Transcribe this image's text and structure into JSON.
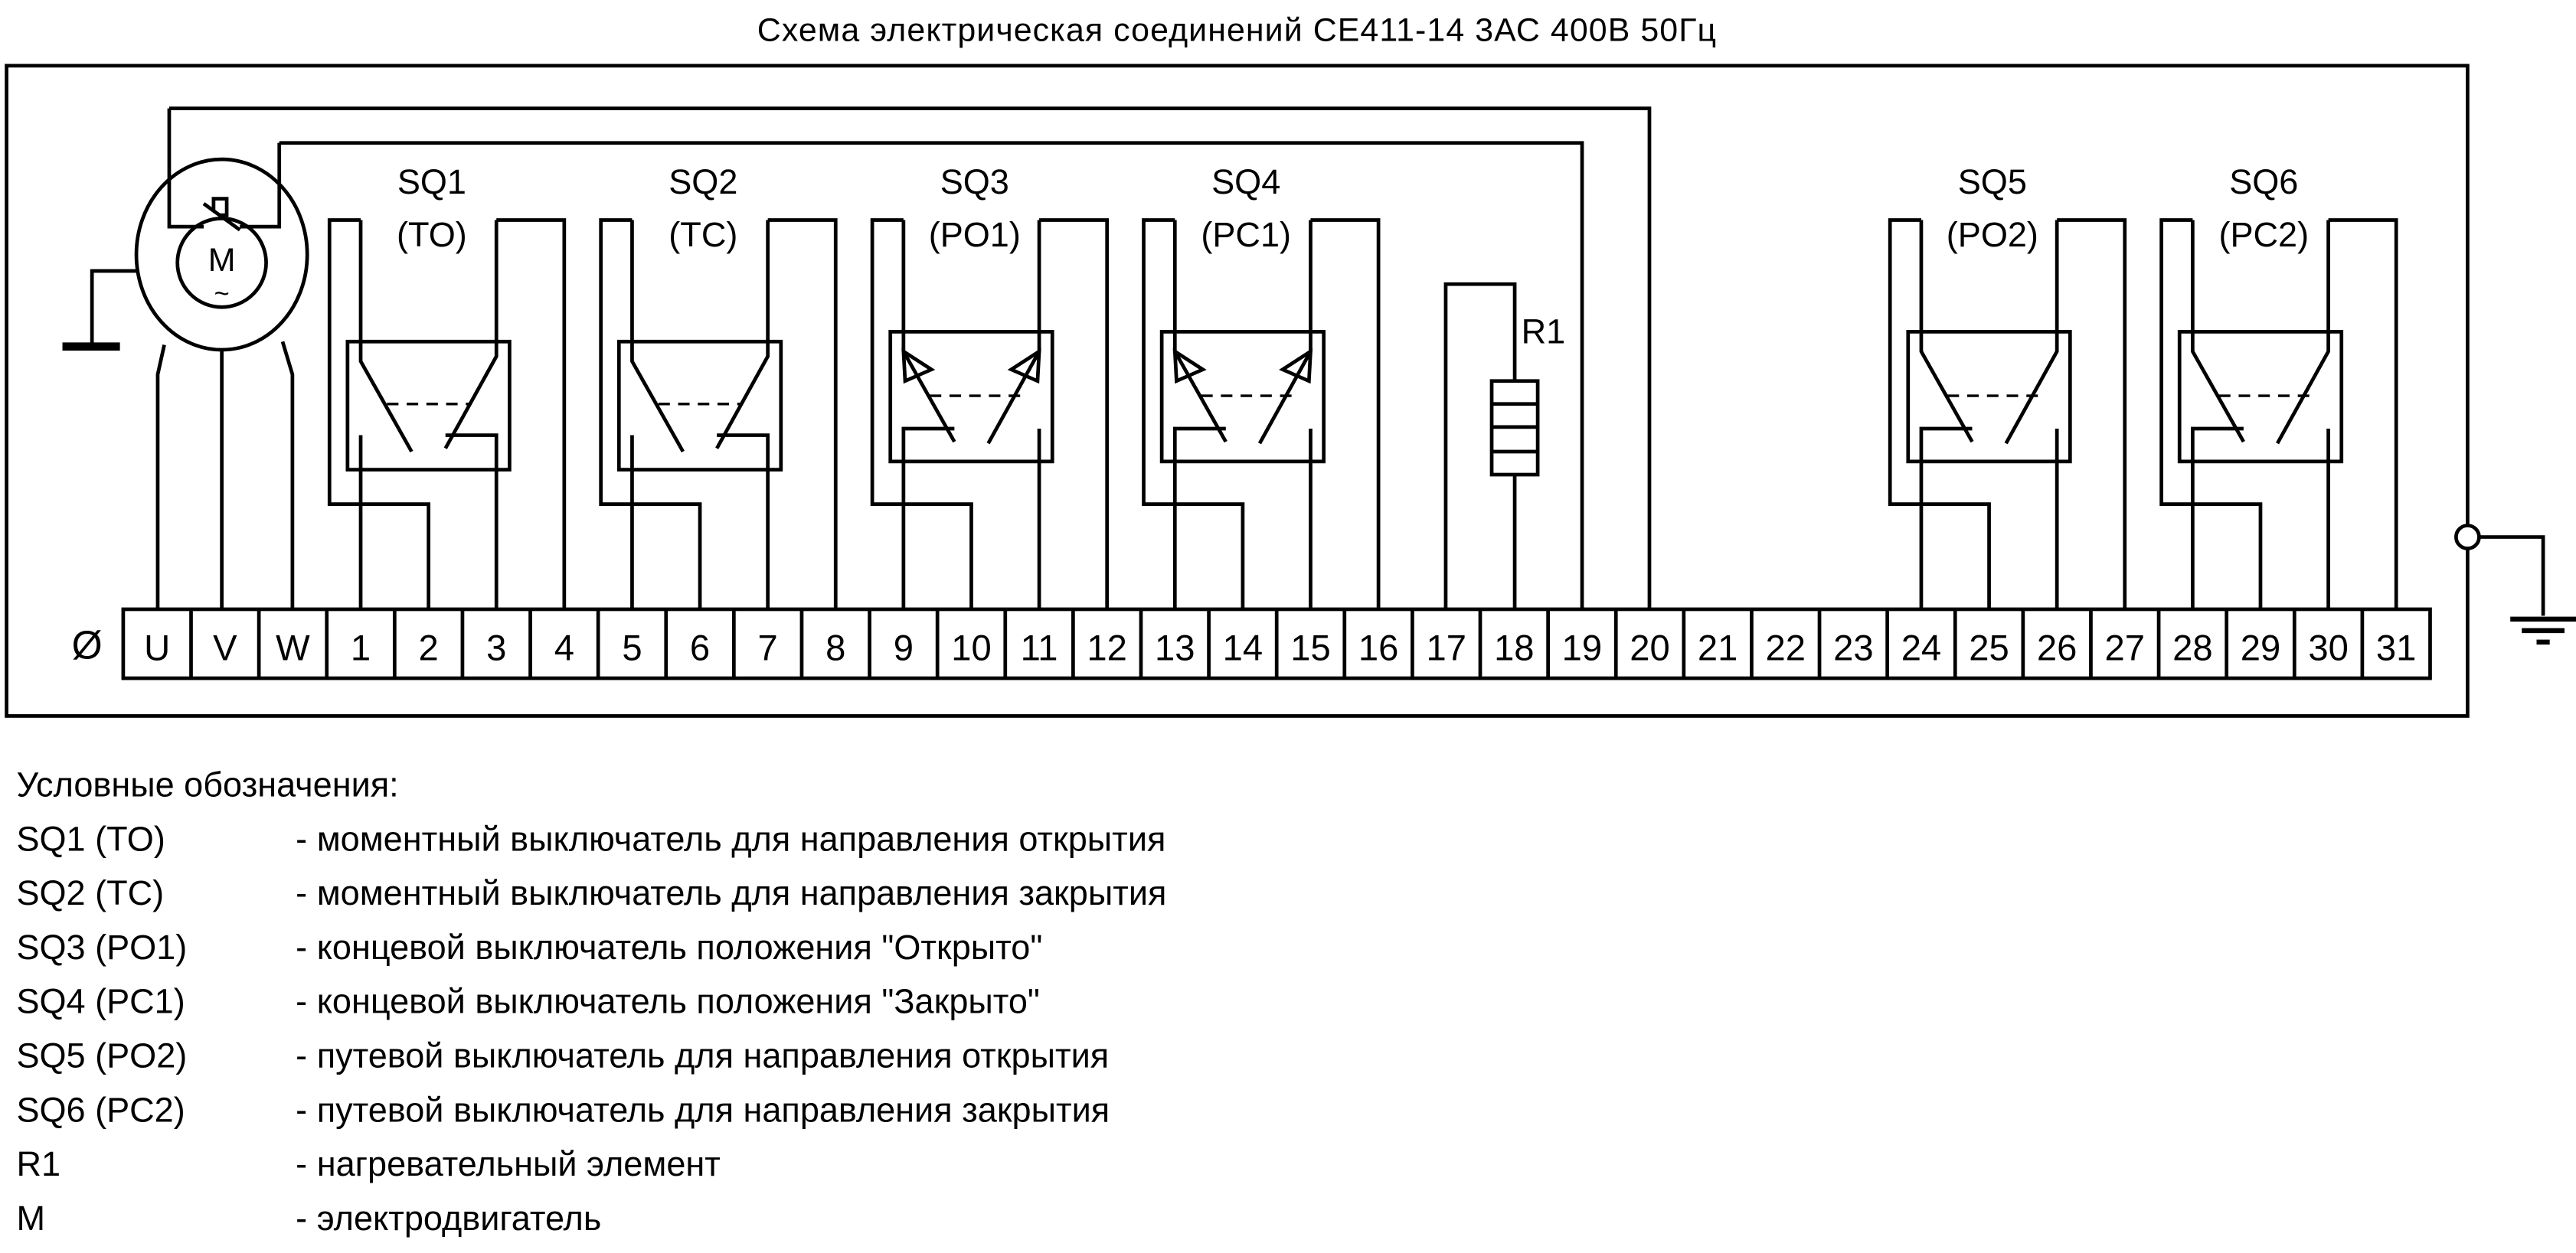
{
  "title": "Схема электрическая соединений СЕ411-14  3АС 400В 50Гц",
  "terminals": [
    "U",
    "V",
    "W",
    "1",
    "2",
    "3",
    "4",
    "5",
    "6",
    "7",
    "8",
    "9",
    "10",
    "11",
    "12",
    "13",
    "14",
    "15",
    "16",
    "17",
    "18",
    "19",
    "20",
    "21",
    "22",
    "23",
    "24",
    "25",
    "26",
    "27",
    "28",
    "29",
    "30",
    "31"
  ],
  "terminal_prefix_symbol": "Ø",
  "motor": {
    "label": "M",
    "sub": "~"
  },
  "switches": [
    {
      "name": "SQ1",
      "code": "(TO)",
      "terminals": [
        1,
        2,
        3,
        4
      ],
      "type": "torque"
    },
    {
      "name": "SQ2",
      "code": "(TC)",
      "terminals": [
        5,
        6,
        7,
        8
      ],
      "type": "torque"
    },
    {
      "name": "SQ3",
      "code": "(PO1)",
      "terminals": [
        9,
        10,
        11,
        12
      ],
      "type": "limit"
    },
    {
      "name": "SQ4",
      "code": "(PC1)",
      "terminals": [
        13,
        14,
        15,
        16
      ],
      "type": "limit"
    },
    {
      "name": "SQ5",
      "code": "(PO2)",
      "terminals": [
        24,
        25,
        26,
        27
      ],
      "type": "travel"
    },
    {
      "name": "SQ6",
      "code": "(PC2)",
      "terminals": [
        28,
        29,
        30,
        31
      ],
      "type": "travel"
    }
  ],
  "resistor": {
    "label": "R1",
    "terminals": [
      17,
      18
    ]
  },
  "legend": {
    "heading": "Условные обозначения:",
    "items": [
      {
        "key": "SQ1 (TO)",
        "desc": "- моментный выключатель для направления открытия"
      },
      {
        "key": "SQ2 (TC)",
        "desc": "- моментный выключатель для направления закрытия"
      },
      {
        "key": "SQ3 (PO1)",
        "desc": "- концевой выключатель положения \"Открыто\""
      },
      {
        "key": "SQ4 (PC1)",
        "desc": "- концевой выключатель положения \"Закрыто\""
      },
      {
        "key": "SQ5 (PO2)",
        "desc": "- путевой выключатель для направления открытия"
      },
      {
        "key": "SQ6 (PC2)",
        "desc": "- путевой выключатель для направления закрытия"
      },
      {
        "key": "R1",
        "desc": "- нагревательный элемент"
      },
      {
        "key": "M",
        "desc": "- электродвигатель"
      }
    ]
  }
}
